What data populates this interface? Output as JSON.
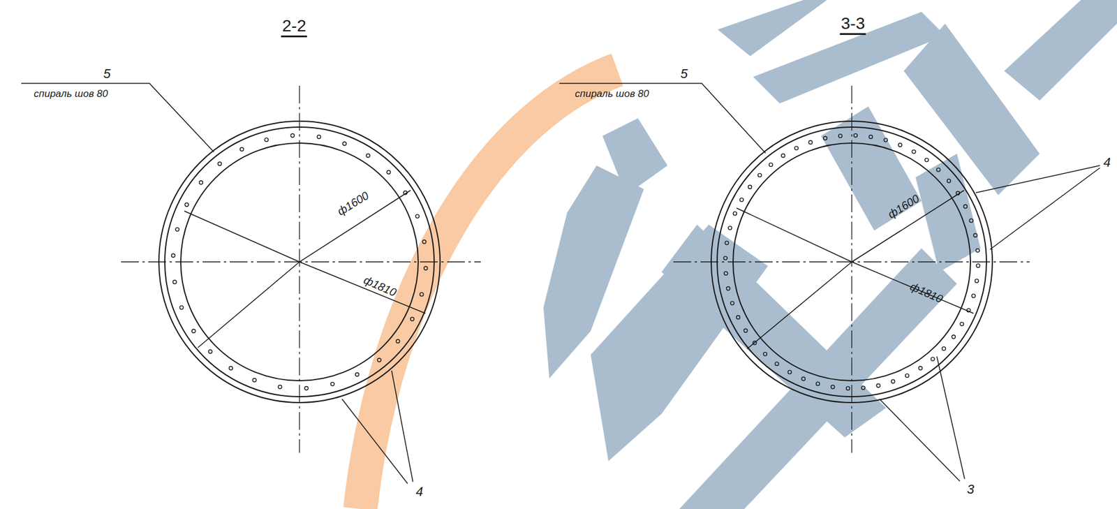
{
  "diagram": {
    "labels": [
      "2-2",
      "5",
      "спираль шов 80",
      "ф1600",
      "ф1810",
      "4",
      "3-3",
      "5",
      "спираль шов 80",
      "4",
      "ф1600",
      "ф1810",
      "3"
    ]
  }
}
